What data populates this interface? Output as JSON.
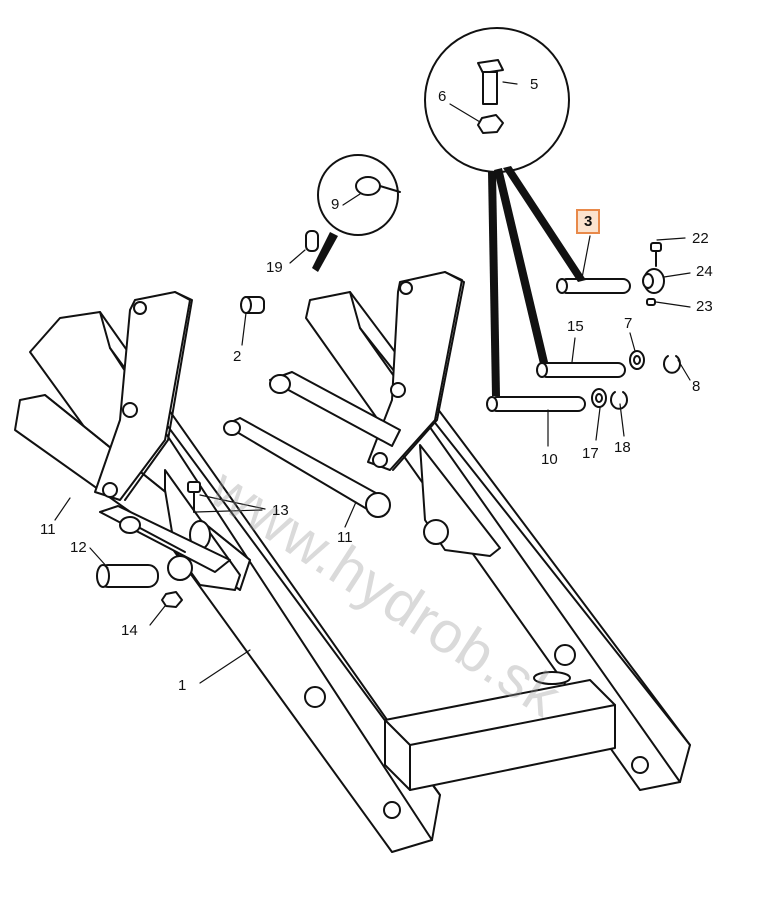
{
  "diagram": {
    "watermark": "www.hydrob.sk",
    "highlighted_part": "3",
    "highlight_color": "#e8894a",
    "labels": {
      "p1": "1",
      "p2": "2",
      "p3": "3",
      "p5": "5",
      "p6": "6",
      "p7": "7",
      "p8": "8",
      "p9": "9",
      "p10": "10",
      "p11a": "11",
      "p11b": "11",
      "p12": "12",
      "p13": "13",
      "p14": "14",
      "p15": "15",
      "p17": "17",
      "p18": "18",
      "p19": "19",
      "p22": "22",
      "p23": "23",
      "p24": "24"
    }
  }
}
